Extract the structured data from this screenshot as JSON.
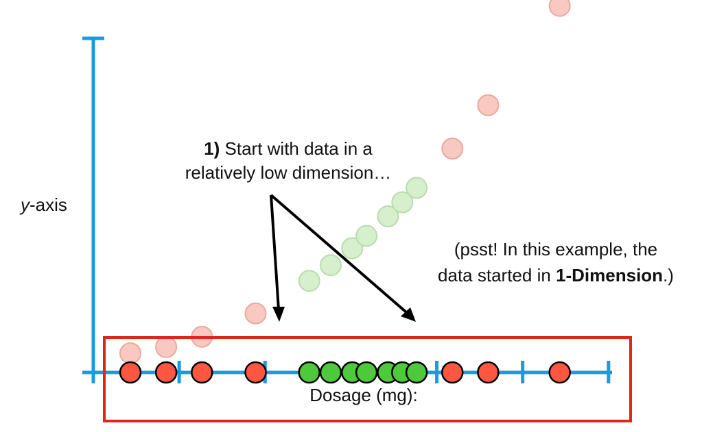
{
  "labels": {
    "y_axis_italic": "y",
    "y_axis_rest": "-axis",
    "x_axis": "Dosage (mg):",
    "note1_bold": "1)",
    "note1_line1_rest": " Start with data in a",
    "note1_line2": "relatively low dimension…",
    "note2_line1": "(psst! In this example, the",
    "note2_line2_pre": "data started in ",
    "note2_line2_bold": "1-Dimension",
    "note2_line2_post": ".)"
  },
  "colors": {
    "axis": "#1a9be0",
    "red_point": "#fe5741",
    "green_point": "#4ec93c",
    "faded_red": "#f8c8c1",
    "faded_green": "#d6efcd",
    "highlight_box": "#e1241c",
    "arrow": "#000000"
  },
  "chart_data": {
    "type": "scatter",
    "series": [
      {
        "points": [
          {
            "x": 1,
            "color": "red"
          },
          {
            "x": 2,
            "color": "red"
          },
          {
            "x": 3,
            "color": "red"
          },
          {
            "x": 4.5,
            "color": "red"
          },
          {
            "x": 6,
            "color": "green"
          },
          {
            "x": 6.6,
            "color": "green"
          },
          {
            "x": 7.2,
            "color": "green"
          },
          {
            "x": 7.6,
            "color": "green"
          },
          {
            "x": 8.2,
            "color": "green"
          },
          {
            "x": 8.6,
            "color": "green"
          },
          {
            "x": 9,
            "color": "green"
          },
          {
            "x": 10,
            "color": "red"
          },
          {
            "x": 11,
            "color": "red"
          },
          {
            "x": 13,
            "color": "red"
          }
        ]
      },
      {
        "points": [
          {
            "x": 1,
            "y": 1,
            "color": "red"
          },
          {
            "x": 2,
            "y": 4,
            "color": "red"
          },
          {
            "x": 3,
            "y": 9,
            "color": "red"
          },
          {
            "x": 4.5,
            "y": 20.25,
            "color": "red"
          },
          {
            "x": 6,
            "y": 36,
            "color": "green"
          },
          {
            "x": 6.6,
            "y": 43.6,
            "color": "green"
          },
          {
            "x": 7.2,
            "y": 51.8,
            "color": "green"
          },
          {
            "x": 7.6,
            "y": 57.8,
            "color": "green"
          },
          {
            "x": 8.2,
            "y": 67.2,
            "color": "green"
          },
          {
            "x": 8.6,
            "y": 74,
            "color": "green"
          },
          {
            "x": 9,
            "y": 81,
            "color": "green"
          },
          {
            "x": 10,
            "y": 100,
            "color": "red"
          },
          {
            "x": 11,
            "y": 121,
            "color": "red"
          },
          {
            "x": 13,
            "y": 169,
            "color": "red"
          }
        ]
      }
    ],
    "x_ticks": [
      0,
      2.4,
      4.8,
      9.6,
      12,
      14.4
    ]
  }
}
